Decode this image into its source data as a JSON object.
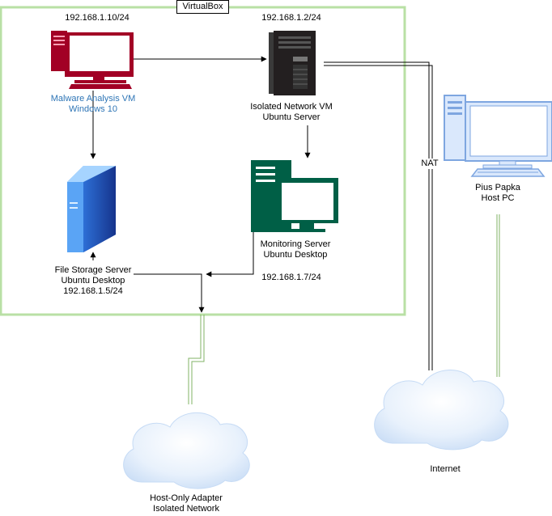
{
  "virtualbox": {
    "label": "VirtualBox"
  },
  "nodes": {
    "malware_vm": {
      "ip": "192.168.1.10/24",
      "name": "Malware Analysis VM",
      "os": "Windows 10"
    },
    "isolated_vm": {
      "ip": "192.168.1.2/24",
      "name": "Isolated Network VM",
      "os": "Ubuntu Server"
    },
    "file_storage": {
      "name": "File Storage Server",
      "os": "Ubuntu Desktop",
      "ip": "192.168.1.5/24"
    },
    "monitoring": {
      "name": "Monitoring Server",
      "os": "Ubuntu Desktop",
      "ip": "192.168.1.7/24"
    },
    "host_pc": {
      "name": "Pius Papka",
      "role": "Host PC"
    },
    "internet": {
      "label": "Internet"
    },
    "host_only": {
      "name": "Host-Only Adapter",
      "sub": "Isolated Network"
    }
  },
  "edges": {
    "nat_label": "NAT"
  },
  "colors": {
    "vbox_border": "#b9e0a5",
    "red_pc": "#a20025",
    "server_dark": "#231f20",
    "monitor_green": "#005f46",
    "host_blue": "#7ea6e0",
    "cloud": "#dae8fc",
    "green_link": "#82b366"
  }
}
